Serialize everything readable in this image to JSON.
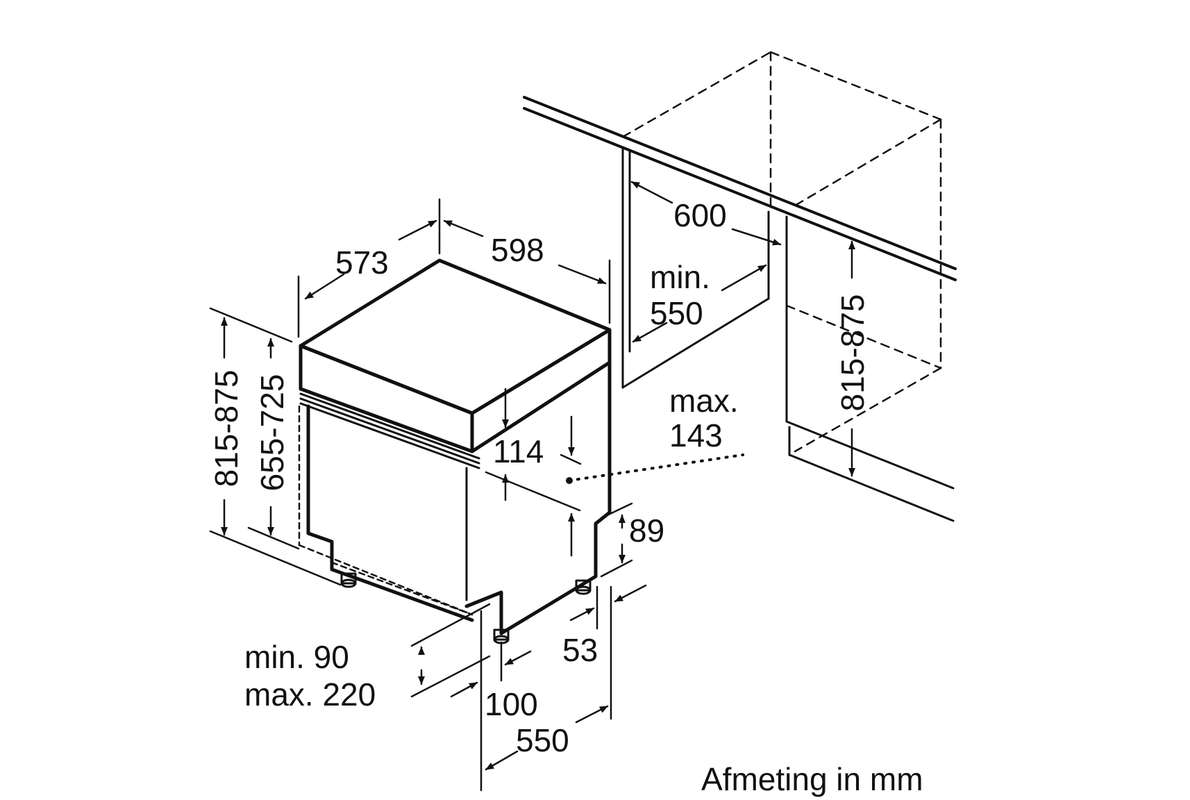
{
  "caption": "Afmeting in mm",
  "colors": {
    "line": "#111111",
    "background": "#ffffff"
  },
  "dimensions": {
    "depth_top": "573",
    "width_top": "598",
    "height_left": "815-875",
    "height_body": "655-725",
    "panel_height": "114",
    "toe_kick": "89",
    "plinth_range_min": "min. 90",
    "plinth_range_max": "max. 220",
    "foot_setback_front": "100",
    "foot_setback_rear": "53",
    "depth_bottom": "550",
    "niche_width": "600",
    "niche_depth_label": "min.",
    "niche_depth_value": "550",
    "niche_height": "815-875",
    "hose_label": "max.",
    "hose_value": "143"
  }
}
